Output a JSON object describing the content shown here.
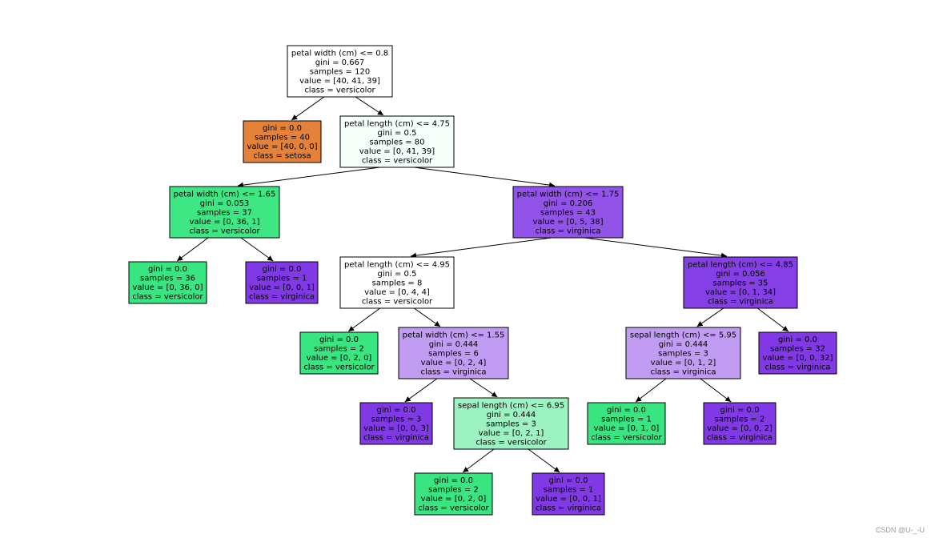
{
  "tree": {
    "nodes": [
      {
        "id": "n0",
        "lines": [
          "petal width (cm) <= 0.8",
          "gini = 0.667",
          "samples = 120",
          "value = [40, 41, 39]",
          "class = versicolor"
        ],
        "fill": "#fefffe"
      },
      {
        "id": "n1",
        "lines": [
          "gini = 0.0",
          "samples = 40",
          "value = [40, 0, 0]",
          "class = setosa"
        ],
        "fill": "#e58139"
      },
      {
        "id": "n2",
        "lines": [
          "petal length (cm) <= 4.75",
          "gini = 0.5",
          "samples = 80",
          "value = [0, 41, 39]",
          "class = versicolor"
        ],
        "fill": "#f5fef9"
      },
      {
        "id": "n3",
        "lines": [
          "petal width (cm) <= 1.65",
          "gini = 0.053",
          "samples = 37",
          "value = [0, 36, 1]",
          "class = versicolor"
        ],
        "fill": "#3ee684"
      },
      {
        "id": "n4",
        "lines": [
          "gini = 0.0",
          "samples = 36",
          "value = [0, 36, 0]",
          "class = versicolor"
        ],
        "fill": "#39e581"
      },
      {
        "id": "n5",
        "lines": [
          "gini = 0.0",
          "samples = 1",
          "value = [0, 0, 1]",
          "class = virginica"
        ],
        "fill": "#8139e5"
      },
      {
        "id": "n6",
        "lines": [
          "petal width (cm) <= 1.75",
          "gini = 0.206",
          "samples = 43",
          "value = [0, 5, 38]",
          "class = virginica"
        ],
        "fill": "#9253e8"
      },
      {
        "id": "n7",
        "lines": [
          "petal length (cm) <= 4.95",
          "gini = 0.5",
          "samples = 8",
          "value = [0, 4, 4]",
          "class = versicolor"
        ],
        "fill": "#ffffff"
      },
      {
        "id": "n8",
        "lines": [
          "gini = 0.0",
          "samples = 2",
          "value = [0, 2, 0]",
          "class = versicolor"
        ],
        "fill": "#39e581"
      },
      {
        "id": "n9",
        "lines": [
          "petal width (cm) <= 1.55",
          "gini = 0.444",
          "samples = 6",
          "value = [0, 2, 4]",
          "class = virginica"
        ],
        "fill": "#c09cf2"
      },
      {
        "id": "n10",
        "lines": [
          "gini = 0.0",
          "samples = 3",
          "value = [0, 0, 3]",
          "class = virginica"
        ],
        "fill": "#8139e5"
      },
      {
        "id": "n11",
        "lines": [
          "sepal length (cm) <= 6.95",
          "gini = 0.444",
          "samples = 3",
          "value = [0, 2, 1]",
          "class = versicolor"
        ],
        "fill": "#9cf2c0"
      },
      {
        "id": "n12",
        "lines": [
          "gini = 0.0",
          "samples = 2",
          "value = [0, 2, 0]",
          "class = versicolor"
        ],
        "fill": "#39e581"
      },
      {
        "id": "n13",
        "lines": [
          "gini = 0.0",
          "samples = 1",
          "value = [0, 0, 1]",
          "class = virginica"
        ],
        "fill": "#8139e5"
      },
      {
        "id": "n14",
        "lines": [
          "petal length (cm) <= 4.85",
          "gini = 0.056",
          "samples = 35",
          "value = [0, 1, 34]",
          "class = virginica"
        ],
        "fill": "#853fe6"
      },
      {
        "id": "n15",
        "lines": [
          "sepal length (cm) <= 5.95",
          "gini = 0.444",
          "samples = 3",
          "value = [0, 1, 2]",
          "class = virginica"
        ],
        "fill": "#c09cf2"
      },
      {
        "id": "n16",
        "lines": [
          "gini = 0.0",
          "samples = 1",
          "value = [0, 1, 0]",
          "class = versicolor"
        ],
        "fill": "#39e581"
      },
      {
        "id": "n17",
        "lines": [
          "gini = 0.0",
          "samples = 2",
          "value = [0, 0, 2]",
          "class = virginica"
        ],
        "fill": "#8139e5"
      },
      {
        "id": "n18",
        "lines": [
          "gini = 0.0",
          "samples = 32",
          "value = [0, 0, 32]",
          "class = virginica"
        ],
        "fill": "#8139e5"
      }
    ],
    "edges": [
      [
        "n0",
        "n1"
      ],
      [
        "n0",
        "n2"
      ],
      [
        "n2",
        "n3"
      ],
      [
        "n2",
        "n6"
      ],
      [
        "n3",
        "n4"
      ],
      [
        "n3",
        "n5"
      ],
      [
        "n6",
        "n7"
      ],
      [
        "n6",
        "n14"
      ],
      [
        "n7",
        "n8"
      ],
      [
        "n7",
        "n9"
      ],
      [
        "n9",
        "n10"
      ],
      [
        "n9",
        "n11"
      ],
      [
        "n11",
        "n12"
      ],
      [
        "n11",
        "n13"
      ],
      [
        "n14",
        "n15"
      ],
      [
        "n14",
        "n18"
      ],
      [
        "n15",
        "n16"
      ],
      [
        "n15",
        "n17"
      ]
    ]
  },
  "watermark": "CSDN @U-_-U"
}
